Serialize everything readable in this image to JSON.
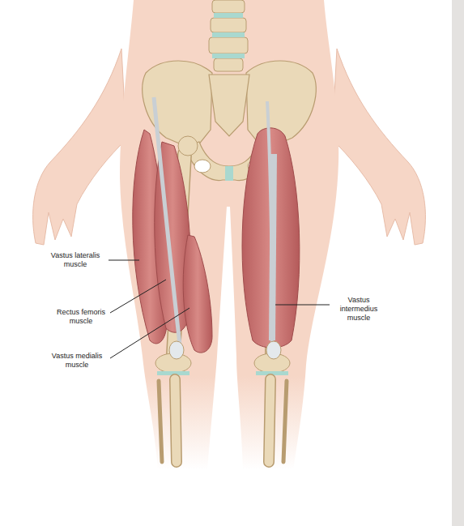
{
  "diagram": {
    "labels": [
      "Vastus lateralis muscle",
      "Rectus femoris muscle",
      "Vastus medialis muscle",
      "Vastus intermedius muscle"
    ]
  }
}
